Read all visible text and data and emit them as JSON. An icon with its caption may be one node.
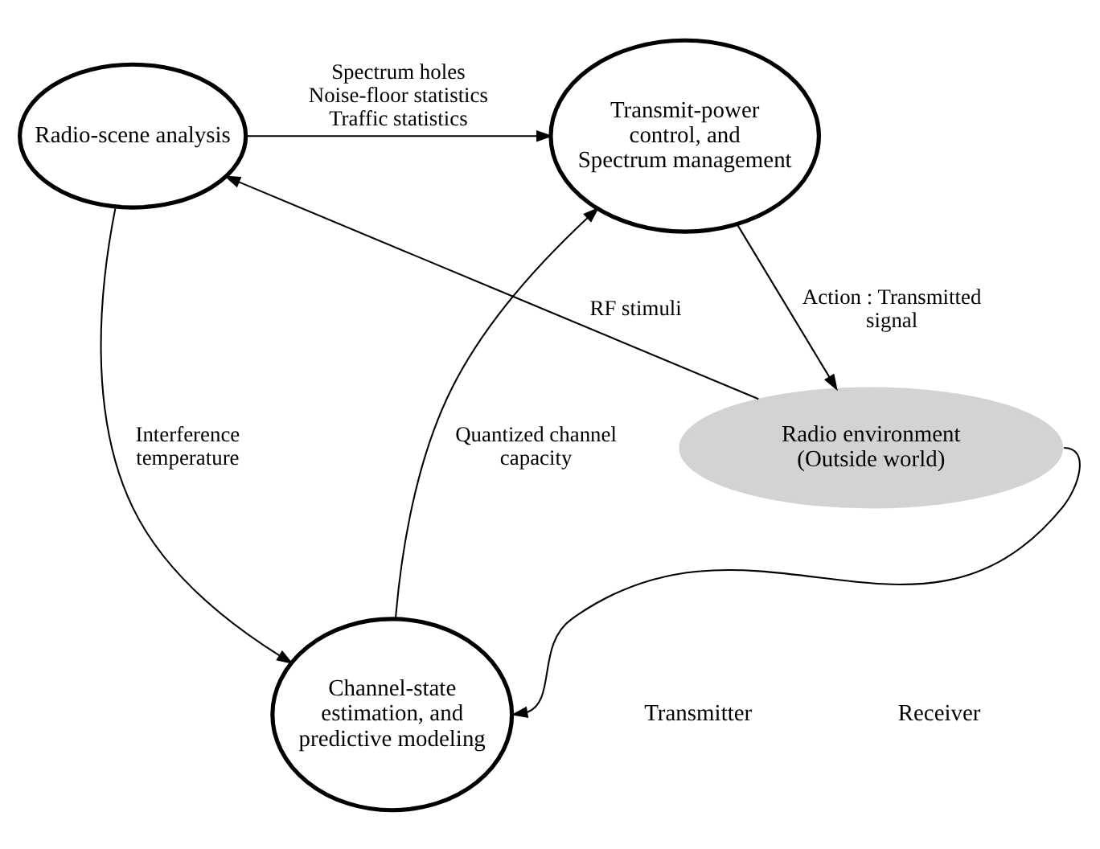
{
  "diagram": {
    "nodes": [
      {
        "text": [
          "Radio environment (Outside world)"
        ]
      },
      {
        "text": [
          "Radio-scene analysis"
        ]
      },
      {
        "text": [
          "Transmit-power control, and Spectrum management"
        ]
      },
      {
        "text": [
          "Channel-state estimation, and predictive modeling"
        ]
      }
    ],
    "edges": [
      {
        "from": 0,
        "to": 1,
        "arrow": "to",
        "label": "RF stimuli"
      },
      {
        "from": 0,
        "to": 3,
        "arrow": "to"
      },
      {
        "from": 1,
        "to": 2,
        "arrow": "to",
        "label": "Spectrum holes Noise-floor statistics Traffic statistics"
      },
      {
        "from": 1,
        "to": 3,
        "arrow": "to",
        "label": "Interference temperature"
      },
      {
        "from": 3,
        "to": 2,
        "arrow": "to",
        "label": "Quantized channel capacity"
      },
      {
        "from": 2,
        "to": 0,
        "arrow": "to",
        "label": "Action : Transmitted signal"
      }
    ],
    "labels": [
      "Transmitter",
      "Receiver"
    ]
  }
}
